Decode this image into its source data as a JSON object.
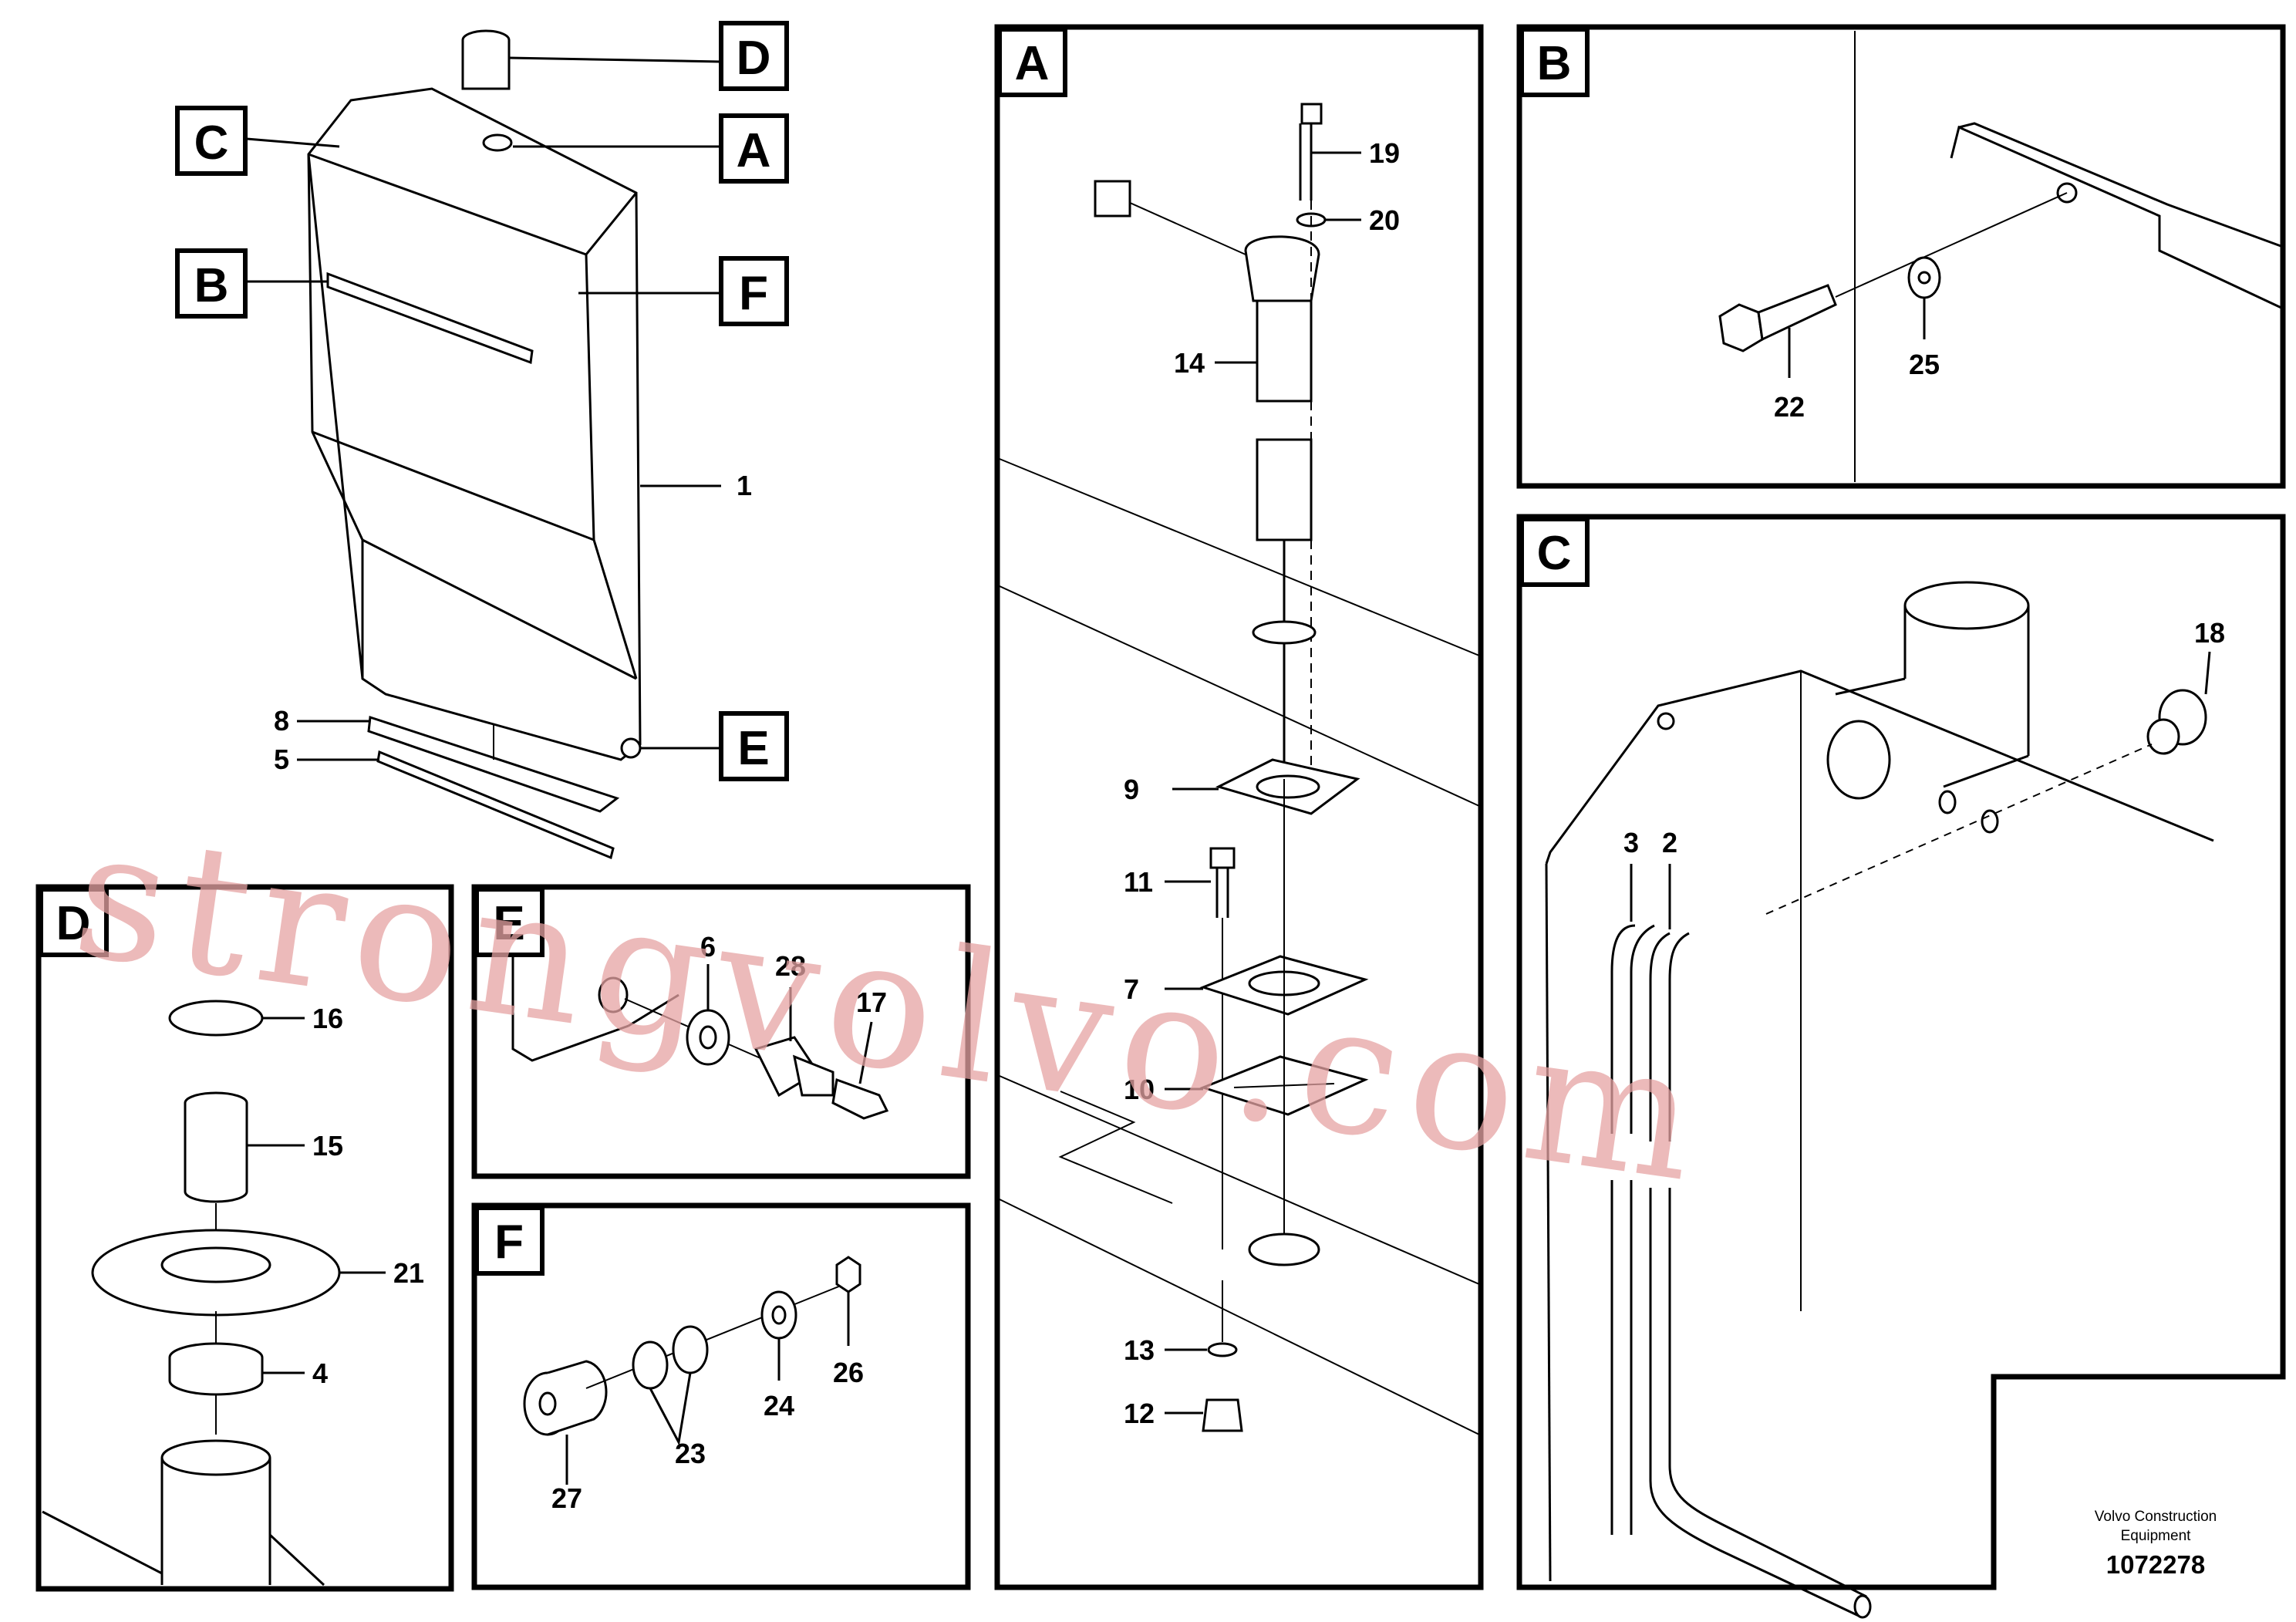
{
  "overview": {
    "letter_tags": [
      "D",
      "C",
      "A",
      "B",
      "F",
      "E"
    ],
    "part_labels": [
      "1",
      "8",
      "5"
    ]
  },
  "panels": {
    "A": {
      "letter": "A",
      "labels": [
        "19",
        "20",
        "14",
        "9",
        "11",
        "7",
        "10",
        "13",
        "12"
      ]
    },
    "B": {
      "letter": "B",
      "labels": [
        "22",
        "25"
      ]
    },
    "C": {
      "letter": "C",
      "labels": [
        "18",
        "3",
        "2"
      ]
    },
    "D": {
      "letter": "D",
      "labels": [
        "16",
        "15",
        "21",
        "4"
      ]
    },
    "E": {
      "letter": "E",
      "labels": [
        "6",
        "28",
        "17"
      ]
    },
    "F": {
      "letter": "F",
      "labels": [
        "23",
        "24",
        "26",
        "27"
      ]
    }
  },
  "footer": {
    "credit_line1": "Volvo Construction",
    "credit_line2": "Equipment",
    "doc_number": "1072278"
  },
  "watermark": "strongvolvo.com"
}
